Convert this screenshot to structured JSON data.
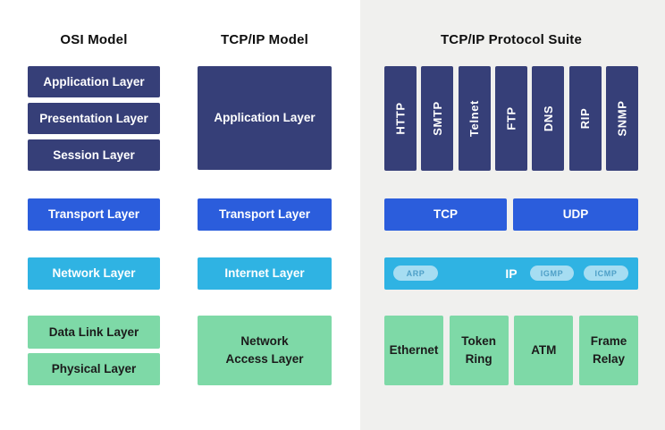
{
  "titles": {
    "osi": "OSI Model",
    "tcpip": "TCP/IP Model",
    "suite": "TCP/IP Protocol Suite"
  },
  "colors": {
    "navy": "#363F78",
    "blue": "#2B5DDC",
    "light_blue": "#2FB3E3",
    "green": "#7ED9A7",
    "panel_gray": "#F0F0EE",
    "pill_blue": "#A6DDF2"
  },
  "osi": {
    "layers": [
      {
        "label": "Application Layer",
        "color": "navy"
      },
      {
        "label": "Presentation Layer",
        "color": "navy"
      },
      {
        "label": "Session Layer",
        "color": "navy"
      },
      {
        "label": "Transport Layer",
        "color": "blue"
      },
      {
        "label": "Network Layer",
        "color": "light_blue"
      },
      {
        "label": "Data Link Layer",
        "color": "green"
      },
      {
        "label": "Physical Layer",
        "color": "green"
      }
    ]
  },
  "tcpip_model": {
    "layers": [
      {
        "label": "Application Layer",
        "color": "navy"
      },
      {
        "label": "Transport Layer",
        "color": "blue"
      },
      {
        "label": "Internet Layer",
        "color": "light_blue"
      },
      {
        "label": "Network Access Layer",
        "color": "green"
      }
    ]
  },
  "suite": {
    "application_protocols": [
      "HTTP",
      "SMTP",
      "Telnet",
      "FTP",
      "DNS",
      "RIP",
      "SNMP"
    ],
    "transport_protocols": [
      "TCP",
      "UDP"
    ],
    "internet": {
      "main": "IP",
      "side_protocols": [
        "ARP",
        "IGMP",
        "ICMP"
      ]
    },
    "link_technologies": [
      "Ethernet",
      "Token Ring",
      "ATM",
      "Frame Relay"
    ]
  }
}
